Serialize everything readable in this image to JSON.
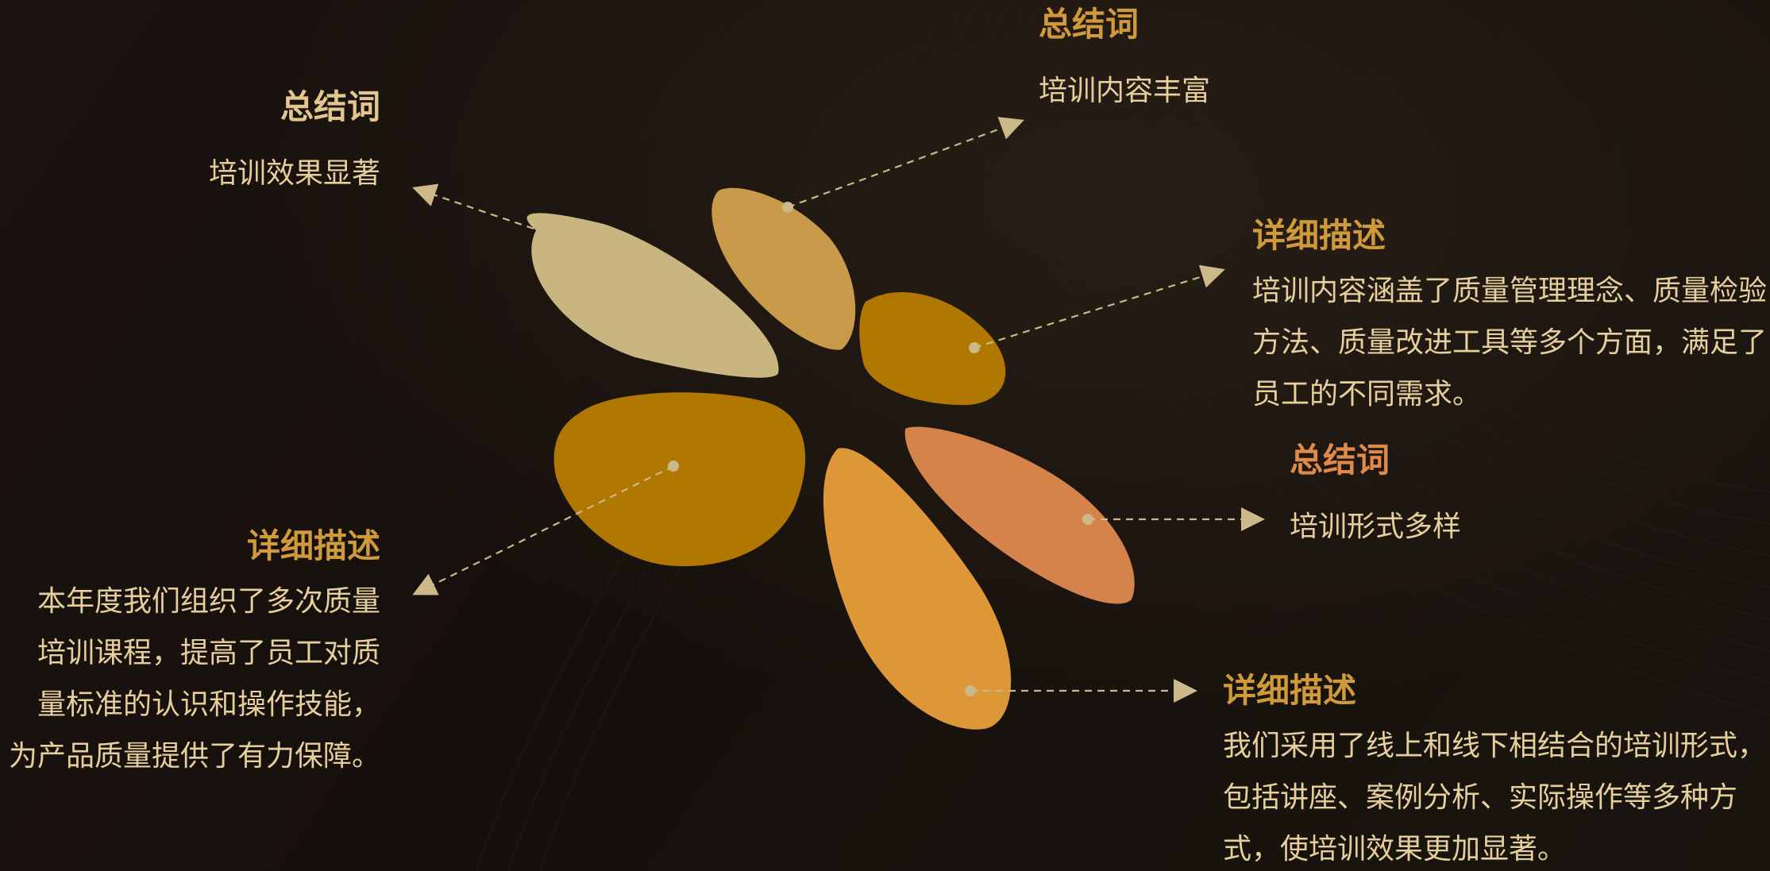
{
  "colors": {
    "background": "#16100c",
    "title_gold": "#d09a3a",
    "title_beige": "#e2c68e",
    "title_orange": "#e08a4a",
    "body_text": "#e7cf9c",
    "petal_beige": "#c9b57f",
    "petal_tan": "#c99a4a",
    "petal_dark_gold": "#b07800",
    "petal_light_orange": "#dd9638",
    "petal_coral": "#d5824b",
    "connector": "#cdb889"
  },
  "blocks": {
    "left_summary": {
      "title": "总结词",
      "text": "培训效果显著"
    },
    "left_detail": {
      "title": "详细描述",
      "lines": [
        "本年度我们组织了多次质量",
        "培训课程，提高了员工对质",
        "量标准的认识和操作技能，",
        "为产品质量提供了有力保障。"
      ]
    },
    "top_summary": {
      "title": "总结词",
      "text": "培训内容丰富"
    },
    "right_detail_1": {
      "title": "详细描述",
      "lines": [
        "培训内容涵盖了质量管理理念、质量检验",
        "方法、质量改进工具等多个方面，满足了",
        "员工的不同需求。"
      ]
    },
    "right_summary": {
      "title": "总结词",
      "text": "培训形式多样"
    },
    "right_detail_2": {
      "title": "详细描述",
      "lines": [
        "我们采用了线上和线下相结合的培训形式，",
        "包括讲座、案例分析、实际操作等多种方",
        "式，使培训效果更加显著。"
      ]
    }
  }
}
